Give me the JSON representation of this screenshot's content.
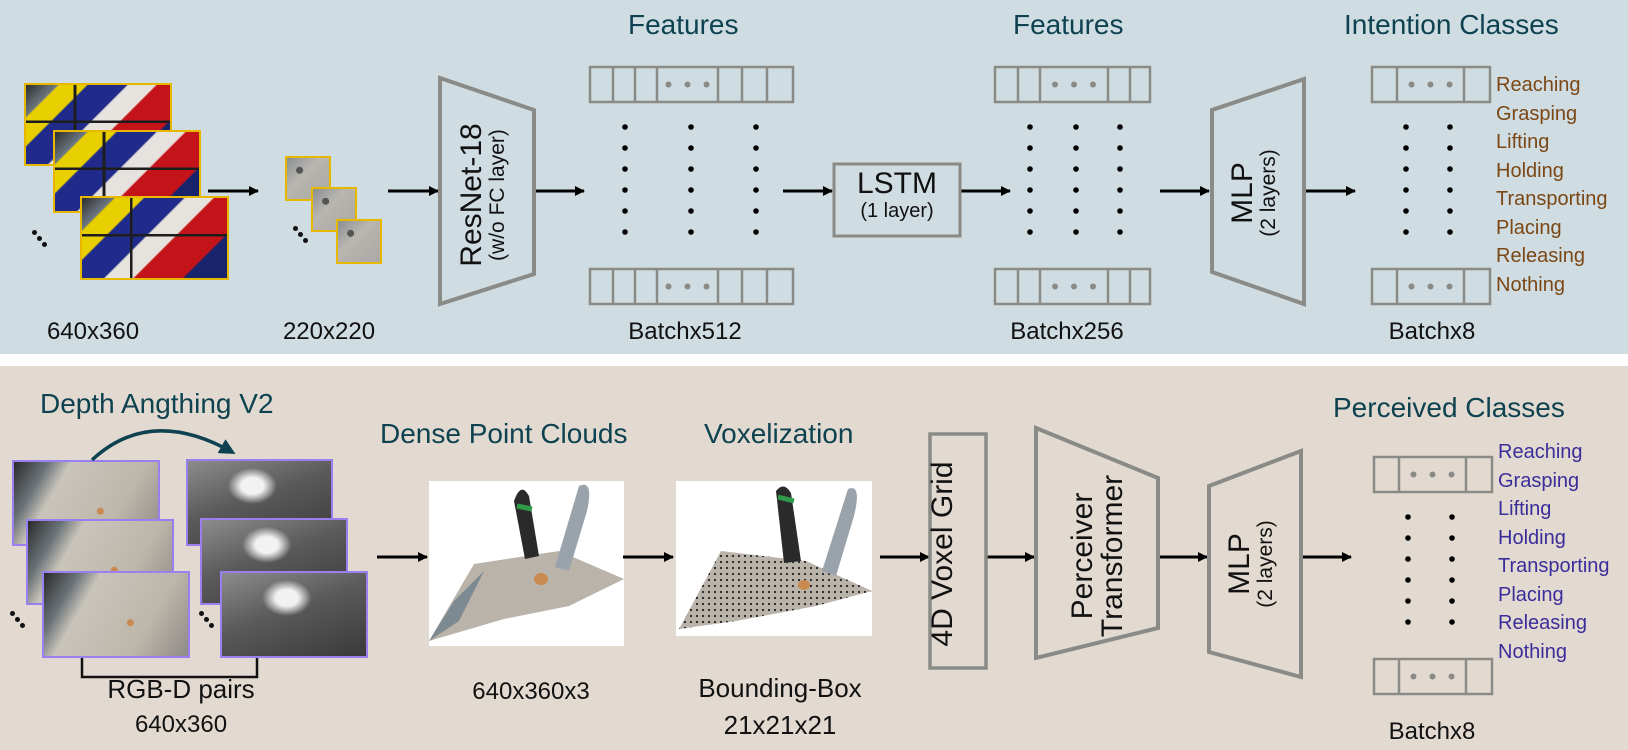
{
  "top_pipeline": {
    "input_frames": {
      "label": "640x360",
      "icon": "rgb-video-frames-image"
    },
    "crops": {
      "label": "220x220",
      "icon": "cropped-frames-image"
    },
    "backbone": {
      "name": "ResNet-18",
      "detail": "(w/o FC layer)"
    },
    "features_1": {
      "title": "Features",
      "shape": "Batchx512"
    },
    "temporal": {
      "name": "LSTM",
      "detail": "(1 layer)"
    },
    "features_2": {
      "title": "Features",
      "shape": "Batchx256"
    },
    "head": {
      "name": "MLP",
      "detail": "(2 layers)"
    },
    "output": {
      "title": "Intention Classes",
      "shape": "Batchx8",
      "color": "#7b4714",
      "classes": [
        "Reaching",
        "Grasping",
        "Lifting",
        "Holding",
        "Transporting",
        "Placing",
        "Releasing",
        "Nothing"
      ]
    }
  },
  "bottom_pipeline": {
    "depth_model": "Depth Angthing V2",
    "rgbd": {
      "label": "RGB-D pairs",
      "size": "640x360"
    },
    "point_cloud": {
      "title": "Dense Point Clouds",
      "shape": "640x360x3"
    },
    "voxelization": {
      "title": "Voxelization",
      "label": "Bounding-Box",
      "shape": "21x21x21"
    },
    "voxel_grid": {
      "name": "4D Voxel Grid"
    },
    "encoder": {
      "name_line1": "Perceiver",
      "name_line2": "Transformer"
    },
    "head": {
      "name": "MLP",
      "detail": "(2 layers)"
    },
    "output": {
      "title": "Perceived Classes",
      "shape": "Batchx8",
      "color": "#3a2d9a",
      "classes": [
        "Reaching",
        "Grasping",
        "Lifting",
        "Holding",
        "Transporting",
        "Placing",
        "Releasing",
        "Nothing"
      ]
    }
  },
  "colors": {
    "top_panel_bg": "#cfdce2",
    "bottom_panel_bg": "#e2dad0",
    "title_text": "#0e4250",
    "block_stroke": "#8a8a86",
    "rgb_frame_border": "#e8b800",
    "rgbd_frame_border": "#9a7ff0"
  }
}
